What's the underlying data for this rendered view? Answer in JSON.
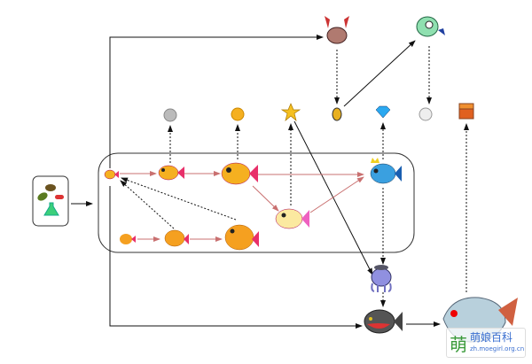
{
  "watermark": {
    "logo_char": "萌",
    "name": "萌娘百科",
    "url": "zh.moegirl.org.cn"
  },
  "colors": {
    "evolve_arrow": "#c97070",
    "arrow": "#111111",
    "frame": "#333333"
  }
}
